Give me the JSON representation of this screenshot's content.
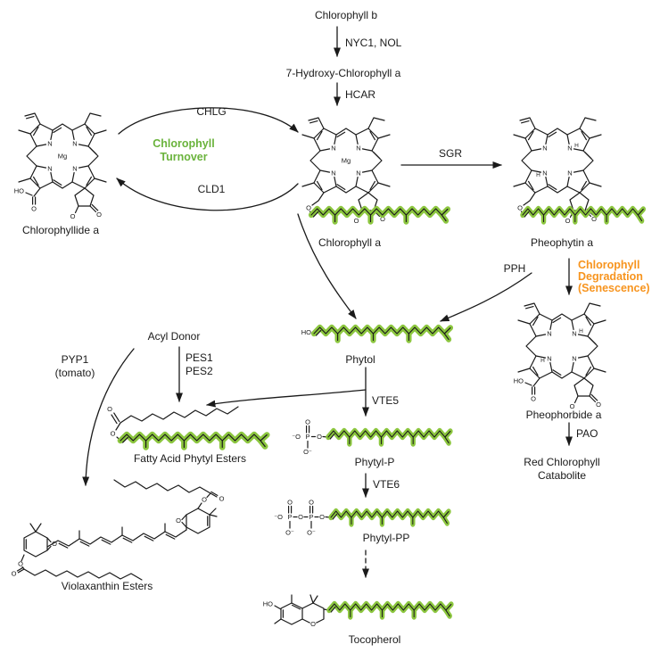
{
  "colors": {
    "chain_highlight_green": "#8CC63F",
    "turnover_label_green": "#6AB33C",
    "senescence_label_orange": "#F7941E",
    "line_color": "#1A1A1A",
    "background": "#FFFFFF"
  },
  "nodes": {
    "chlorophyll_b": "Chlorophyll b",
    "hydroxy_chl_a": "7-Hydroxy-Chlorophyll a",
    "chlorophyllide_a": "Chlorophyllide a",
    "chlorophyll_a": "Chlorophyll a",
    "pheophytin_a": "Pheophytin a",
    "pheophorbide_a": "Pheophorbide a",
    "red_chl_catabolite_line1": "Red Chlorophyll",
    "red_chl_catabolite_line2": "Catabolite",
    "phytol": "Phytol",
    "acyl_donor": "Acyl Donor",
    "fatty_acid_phytyl_esters": "Fatty Acid Phytyl Esters",
    "violaxanthin_esters": "Violaxanthin Esters",
    "phytyl_p": "Phytyl-P",
    "phytyl_pp": "Phytyl-PP",
    "tocopherol": "Tocopherol"
  },
  "enzymes": {
    "nyc1_nol": "NYC1, NOL",
    "hcar": "HCAR",
    "chlg": "CHLG",
    "cld1": "CLD1",
    "sgr": "SGR",
    "pph": "PPH",
    "pao": "PAO",
    "pes1": "PES1",
    "pes2": "PES2",
    "pyp1": "PYP1",
    "pyp1_origin": "(tomato)",
    "vte5": "VTE5",
    "vte6": "VTE6"
  },
  "sections": {
    "turnover_line1": "Chlorophyll",
    "turnover_line2": "Turnover",
    "senescence_line1": "Chlorophyll",
    "senescence_line2": "Degradation",
    "senescence_line3": "(Senescence)"
  },
  "atoms": {
    "n": "N",
    "h": "H",
    "mg": "Mg",
    "o": "O",
    "p": "P",
    "ho": "HO",
    "o_minus": "O⁻",
    "minus_o": "⁻O"
  }
}
